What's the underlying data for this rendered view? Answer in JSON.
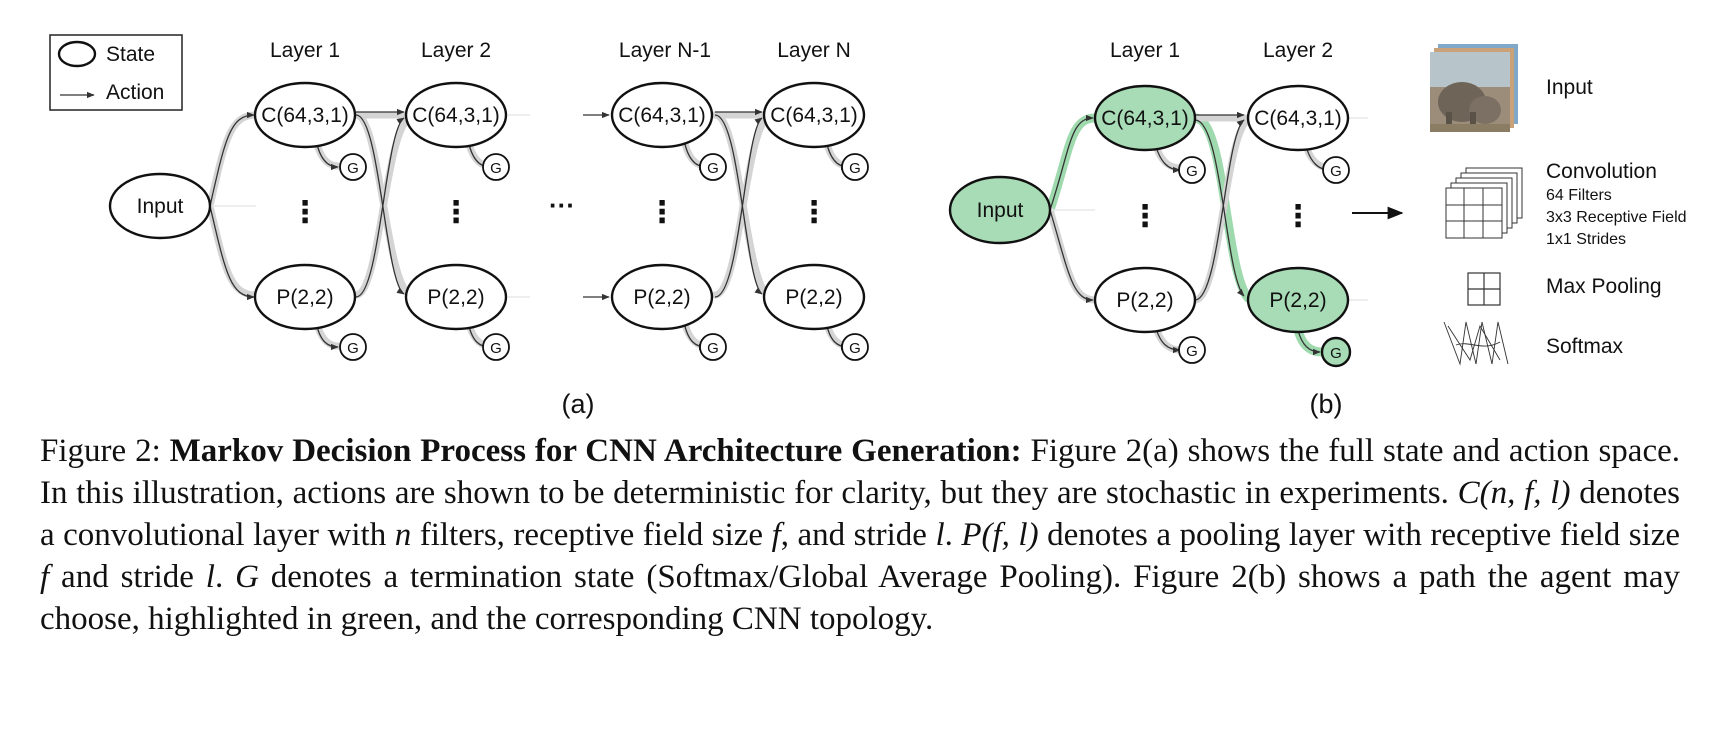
{
  "legend": {
    "state": "State",
    "action": "Action"
  },
  "panel_a": {
    "layers": [
      "Layer 1",
      "Layer 2",
      "Layer N-1",
      "Layer N"
    ],
    "input": "Input",
    "conv": "C(64,3,1)",
    "pool": "P(2,2)",
    "terminal": "G",
    "vdots": "⋮",
    "hdots": "···",
    "label": "(a)"
  },
  "panel_b": {
    "layers": [
      "Layer 1",
      "Layer 2"
    ],
    "input": "Input",
    "conv": "C(64,3,1)",
    "pool": "P(2,2)",
    "terminal": "G",
    "vdots": "⋮",
    "label": "(b)"
  },
  "topology": {
    "arrow": "→",
    "input": "Input",
    "conv_title": "Convolution",
    "conv_filters": "64 Filters",
    "conv_field": "3x3 Receptive Field",
    "conv_strides": "1x1 Strides",
    "pool": "Max Pooling",
    "softmax": "Softmax"
  },
  "caption": {
    "fig": "Figure 2:",
    "bold": "Markov Decision Process for CNN Architecture Generation:",
    "t1": "Figure 2(a) shows the full state and action space. In this illustration, actions are shown to be deterministic for clarity, but they are stochastic in experiments.",
    "m1": "C(n, f, l)",
    "t2": "denotes a convolutional layer with",
    "m2": "n",
    "t3": "filters, receptive field size",
    "m3": "f",
    "t4": ", and stride",
    "m4": "l",
    "t5": ".",
    "m5": "P(f, l)",
    "t6": "denotes a pooling layer with receptive field size",
    "m6": "f",
    "t7": "and stride",
    "m7": "l",
    "t8": ".",
    "m8": "G",
    "t9": "denotes a termination state (Softmax/Global Average Pooling). Figure 2(b) shows a path the agent may choose, highlighted in green, and the corresponding CNN topology."
  }
}
